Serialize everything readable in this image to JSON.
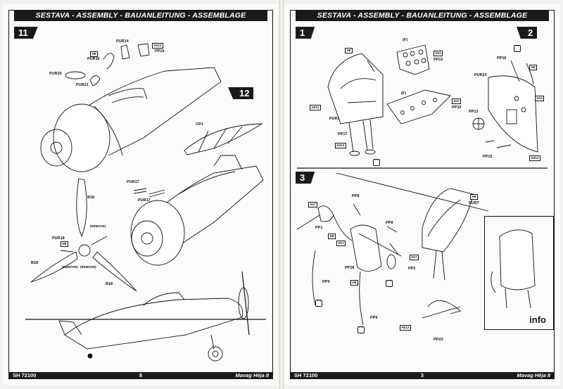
{
  "pages": [
    {
      "header": "SESTAVA - ASSEMBLY - BAUANLEITUNG - ASSEMBLAGE",
      "footer": {
        "code": "SH 72100",
        "page": "8",
        "model": "Mavag Héja II"
      },
      "steps": [
        "11",
        "12"
      ],
      "labels": [
        "PUR14",
        "H312",
        "PP19",
        "H8",
        "PUR16",
        "PUR20",
        "PUR21",
        "CP1",
        "PUR17",
        "PUR17",
        "B18",
        "PUR18",
        "H8",
        "(REMOVE)",
        "(REMOVE)",
        "(REMOVE)",
        "B18",
        "B18"
      ]
    },
    {
      "header": "SESTAVA - ASSEMBLY - BAUANLEITUNG - ASSEMBLAGE",
      "footer": {
        "code": "SH 72100",
        "page": "3",
        "model": "Mavag Héja II"
      },
      "steps": [
        "1",
        "2",
        "3"
      ],
      "labels_step1": [
        "H8",
        "(F)",
        "H12",
        "PP22",
        "H312",
        "PUR1",
        "(F)",
        "H12",
        "PP10",
        "PP17",
        "H313"
      ],
      "labels_step2": [
        "PP16",
        "H8",
        "PUR23",
        "H12",
        "PP13",
        "PP15",
        "H312"
      ],
      "labels_step3": [
        "PP8",
        "H17",
        "PP1",
        "H8",
        "PP8",
        "H17",
        "PP18",
        "H17",
        "PP2",
        "H8",
        "PP9",
        "PP9",
        "PUR7",
        "H8",
        "H312",
        "PP23"
      ],
      "info_label": "info"
    }
  ]
}
